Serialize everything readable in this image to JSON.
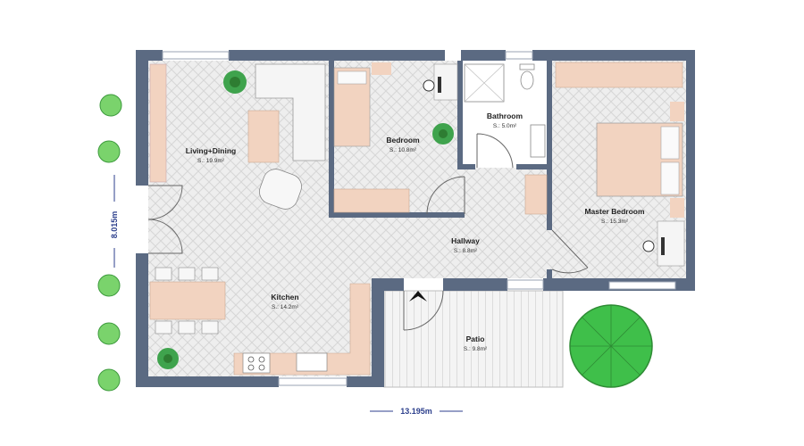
{
  "rooms": {
    "living": {
      "name": "Living+Dining",
      "area": "S.: 19.9m²"
    },
    "bedroom": {
      "name": "Bedroom",
      "area": "S.: 10.8m²"
    },
    "bathroom": {
      "name": "Bathroom",
      "area": "S.: 5.0m²"
    },
    "master": {
      "name": "Master Bedroom",
      "area": "S.: 15.3m²"
    },
    "hallway": {
      "name": "Hallway",
      "area": "S.: 8.8m²"
    },
    "kitchen": {
      "name": "Kitchen",
      "area": "S.: 14.2m²"
    },
    "patio": {
      "name": "Patio",
      "area": "S.: 9.8m²"
    }
  },
  "dimensions": {
    "height": "8.015m",
    "width": "13.195m"
  },
  "colors": {
    "wall": "#5b6a82",
    "floor": "#ededed",
    "furniture": "#f2d3c0",
    "plant": "#3fa34d",
    "dimension": "#2c3f8c"
  }
}
